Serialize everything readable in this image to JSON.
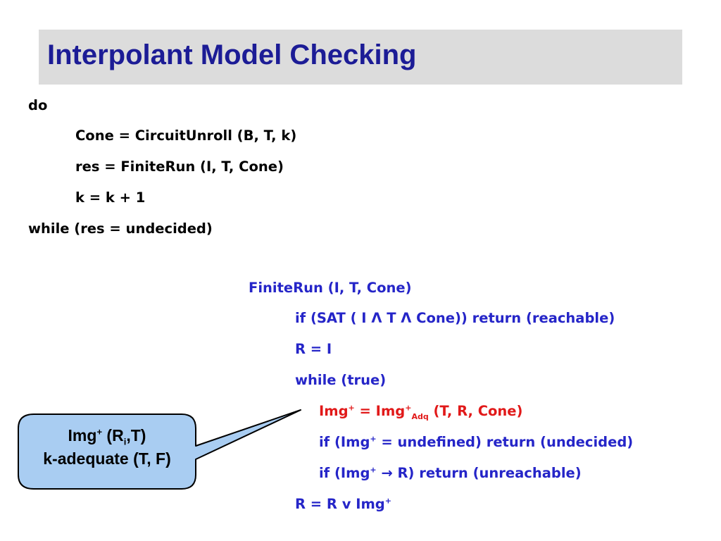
{
  "title": "Interpolant Model Checking",
  "outer_loop": {
    "do": "do",
    "cone_line": "Cone = CircuitUnroll (B, T, k)",
    "res_line": "res = FiniteRun (I, T, Cone)",
    "k_line": "k = k + 1",
    "while_line": "while (res = undecided)"
  },
  "finite_run": {
    "header": "FiniteRun (I, T, Cone)",
    "if_sat": "if (SAT ( I Λ T Λ Cone)) return (reachable)",
    "r_init": "R = I",
    "while_true": "while (true)",
    "img_lhs": "Img",
    "img_sup": "+",
    "img_eq": " = Img",
    "img_sup2": "+",
    "img_sub": "Adq",
    "img_args": " (T, R, Cone)",
    "if_undef_pre": "if (Img",
    "if_undef_sup": "+",
    "if_undef_post": " = undefined)  return (undecided)",
    "if_impl_pre": "if (Img",
    "if_impl_sup": "+",
    "if_impl_arrow": " → ",
    "if_impl_post": "R) return (unreachable)",
    "r_update_pre": "R = R v Img",
    "r_update_sup": "+"
  },
  "callout": {
    "line1_img": "Img",
    "line1_sup": "+",
    "line1_r": " (R",
    "line1_sub": "i",
    "line1_t": ",T)",
    "line2": "k-adequate (T, F)"
  },
  "colors": {
    "title": "#1c1c96",
    "title_bar": "#dcdcdc",
    "code_blue": "#2525c8",
    "highlight_red": "#e11919",
    "callout_fill": "#a9cdf2"
  }
}
